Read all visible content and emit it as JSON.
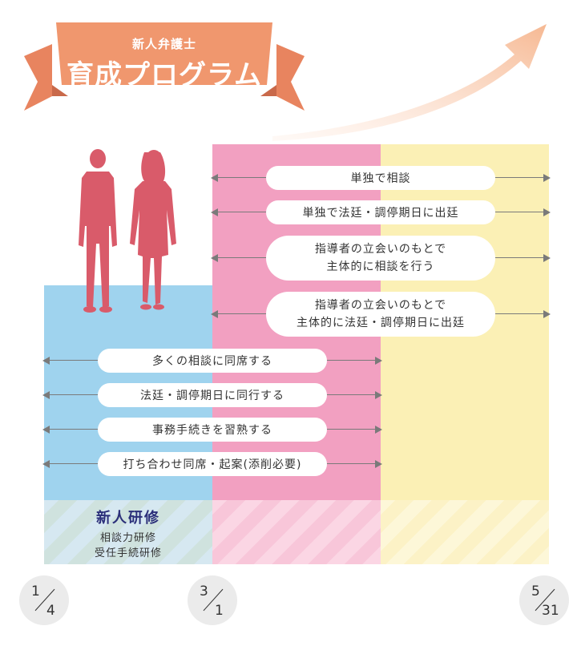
{
  "header": {
    "subtitle": "新人弁護士",
    "title": "育成プログラム"
  },
  "colors": {
    "ribbon_main": "#f0976e",
    "ribbon_dark": "#c9694a",
    "ribbon_tail": "#e8845f",
    "phase1": "#9fd3ee",
    "phase2": "#f2a0c1",
    "phase3": "#fbf0b5",
    "figure": "#d95b6a",
    "growth_arrow": "#f6be9c",
    "training_title": "#2b2f7a"
  },
  "icons": {
    "figures": "businessman-and-businesswoman-silhouette-icon",
    "growth": "growth-arrow-icon"
  },
  "bars": [
    {
      "label": "単独で相談"
    },
    {
      "label": "単独で法廷・調停期日に出廷"
    },
    {
      "lines": [
        "指導者の立会いのもとで",
        "主体的に相談を行う"
      ]
    },
    {
      "lines": [
        "指導者の立会いのもとで",
        "主体的に法廷・調停期日に出廷"
      ]
    },
    {
      "label": "多くの相談に同席する"
    },
    {
      "label": "法廷・調停期日に同行する"
    },
    {
      "label": "事務手続きを習熟する"
    },
    {
      "label": "打ち合わせ同席・起案(添削必要)"
    }
  ],
  "training": {
    "title": "新人研修",
    "items": [
      "相談力研修",
      "受任手続研修"
    ]
  },
  "dates": [
    {
      "month": "1",
      "day": "4"
    },
    {
      "month": "3",
      "day": "1"
    },
    {
      "month": "5",
      "day": "31"
    }
  ]
}
